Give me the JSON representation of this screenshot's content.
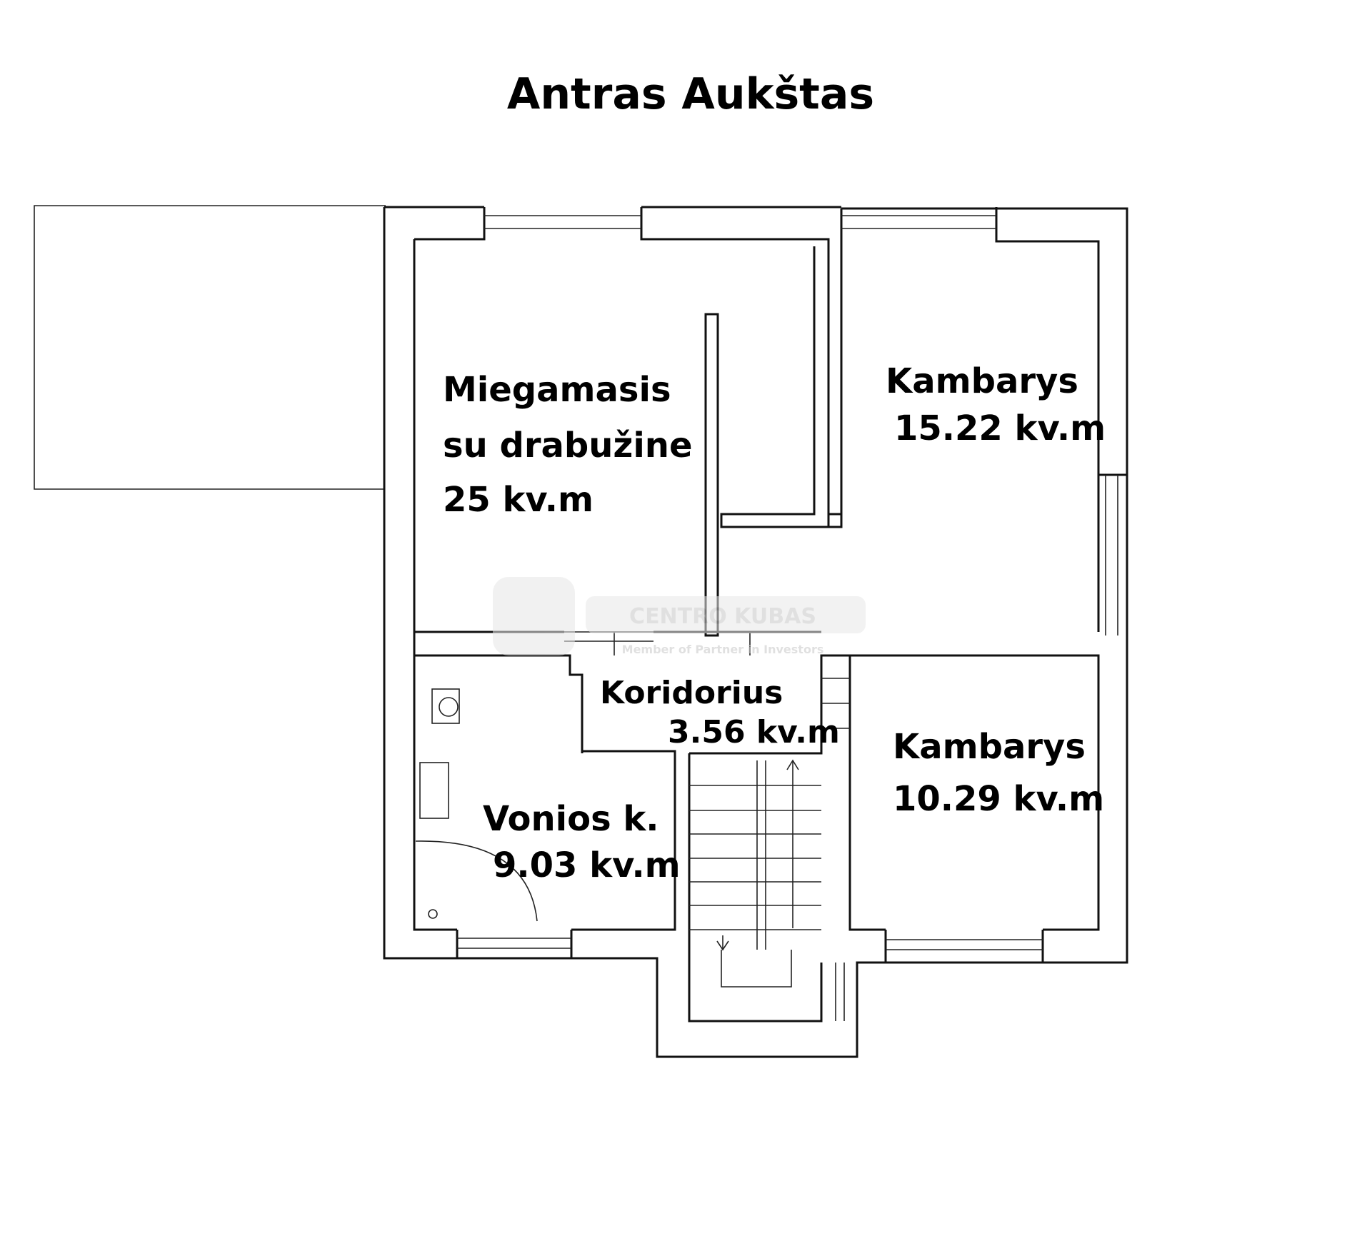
{
  "floor": {
    "title": "Antras Aukštas"
  },
  "rooms": {
    "bedroom": {
      "line1": "Miegamasis",
      "line2": "su drabužine",
      "area": "25 kv.m"
    },
    "room_ne": {
      "name": "Kambarys",
      "area": "15.22 kv.m"
    },
    "corridor": {
      "name": "Koridorius",
      "area": "3.56 kv.m"
    },
    "bathroom": {
      "name": "Vonios k.",
      "area": "9.03 kv.m"
    },
    "room_se": {
      "name": "Kambarys",
      "area": "10.29 kv.m"
    }
  },
  "watermark": {
    "brand": "CENTRO KUBAS",
    "tagline": "Member of Partner in Investors"
  },
  "colors": {
    "ink": "#111111",
    "watermark": "#c8c8c8"
  }
}
